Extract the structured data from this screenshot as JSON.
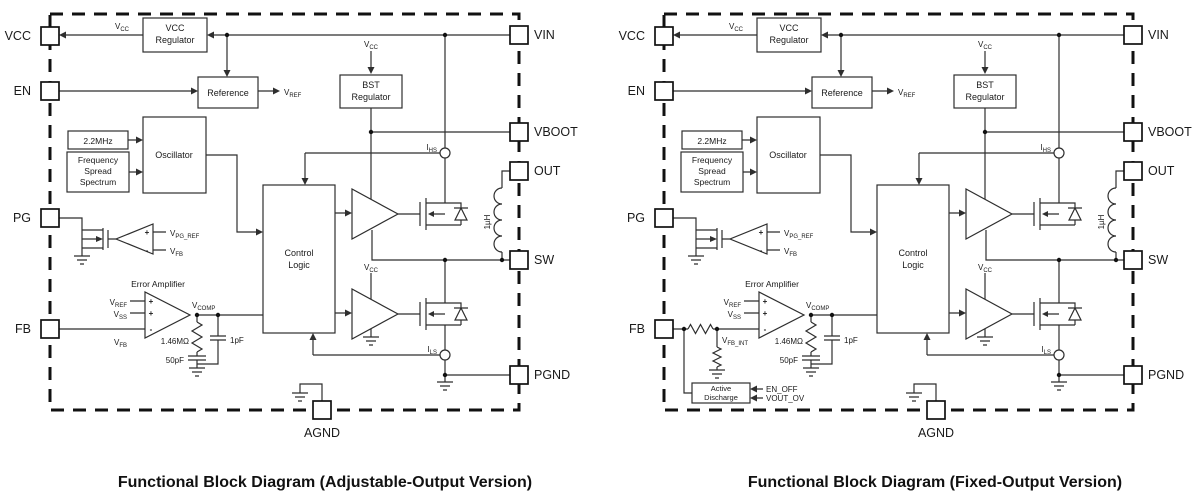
{
  "captions": {
    "adjustable": "Functional Block Diagram (Adjustable-Output Version)",
    "fixed": "Functional Block Diagram (Fixed-Output Version)"
  },
  "pins": {
    "vcc": "VCC",
    "en": "EN",
    "pg": "PG",
    "fb": "FB",
    "vin": "VIN",
    "vboot": "VBOOT",
    "out": "OUT",
    "sw": "SW",
    "pgnd": "PGND",
    "agnd": "AGND"
  },
  "blocks": {
    "vcc_regulator": [
      "VCC",
      "Regulator"
    ],
    "reference": "Reference",
    "bst_regulator": [
      "BST",
      "Regulator"
    ],
    "oscillator": "Oscillator",
    "freq": "2.2MHz",
    "fss": [
      "Frequency",
      "Spread",
      "Spectrum"
    ],
    "control_logic": [
      "Control",
      "Logic"
    ],
    "error_amplifier": "Error Amplifier",
    "active_discharge": [
      "Active",
      "Discharge"
    ]
  },
  "nets": {
    "vcc": {
      "base": "V",
      "sub": "CC"
    },
    "vref": {
      "base": "V",
      "sub": "REF"
    },
    "vss": {
      "base": "V",
      "sub": "SS"
    },
    "vfb": {
      "base": "V",
      "sub": "FB"
    },
    "vpg_ref": {
      "base": "V",
      "sub": "PG_REF"
    },
    "vcomp": {
      "base": "V",
      "sub": "COMP"
    },
    "vfb_int": {
      "base": "V",
      "sub": "FB_INT"
    },
    "ihs": {
      "base": "I",
      "sub": "HS"
    },
    "ils": {
      "base": "I",
      "sub": "LS"
    },
    "plus": "+",
    "minus": "-",
    "r_comp": "1.46MΩ",
    "c_comp": "50pF",
    "c_hf": "1pF",
    "inductor": "1µH",
    "en_off": "EN_OFF",
    "vout_ov": "VOUT_OV"
  }
}
